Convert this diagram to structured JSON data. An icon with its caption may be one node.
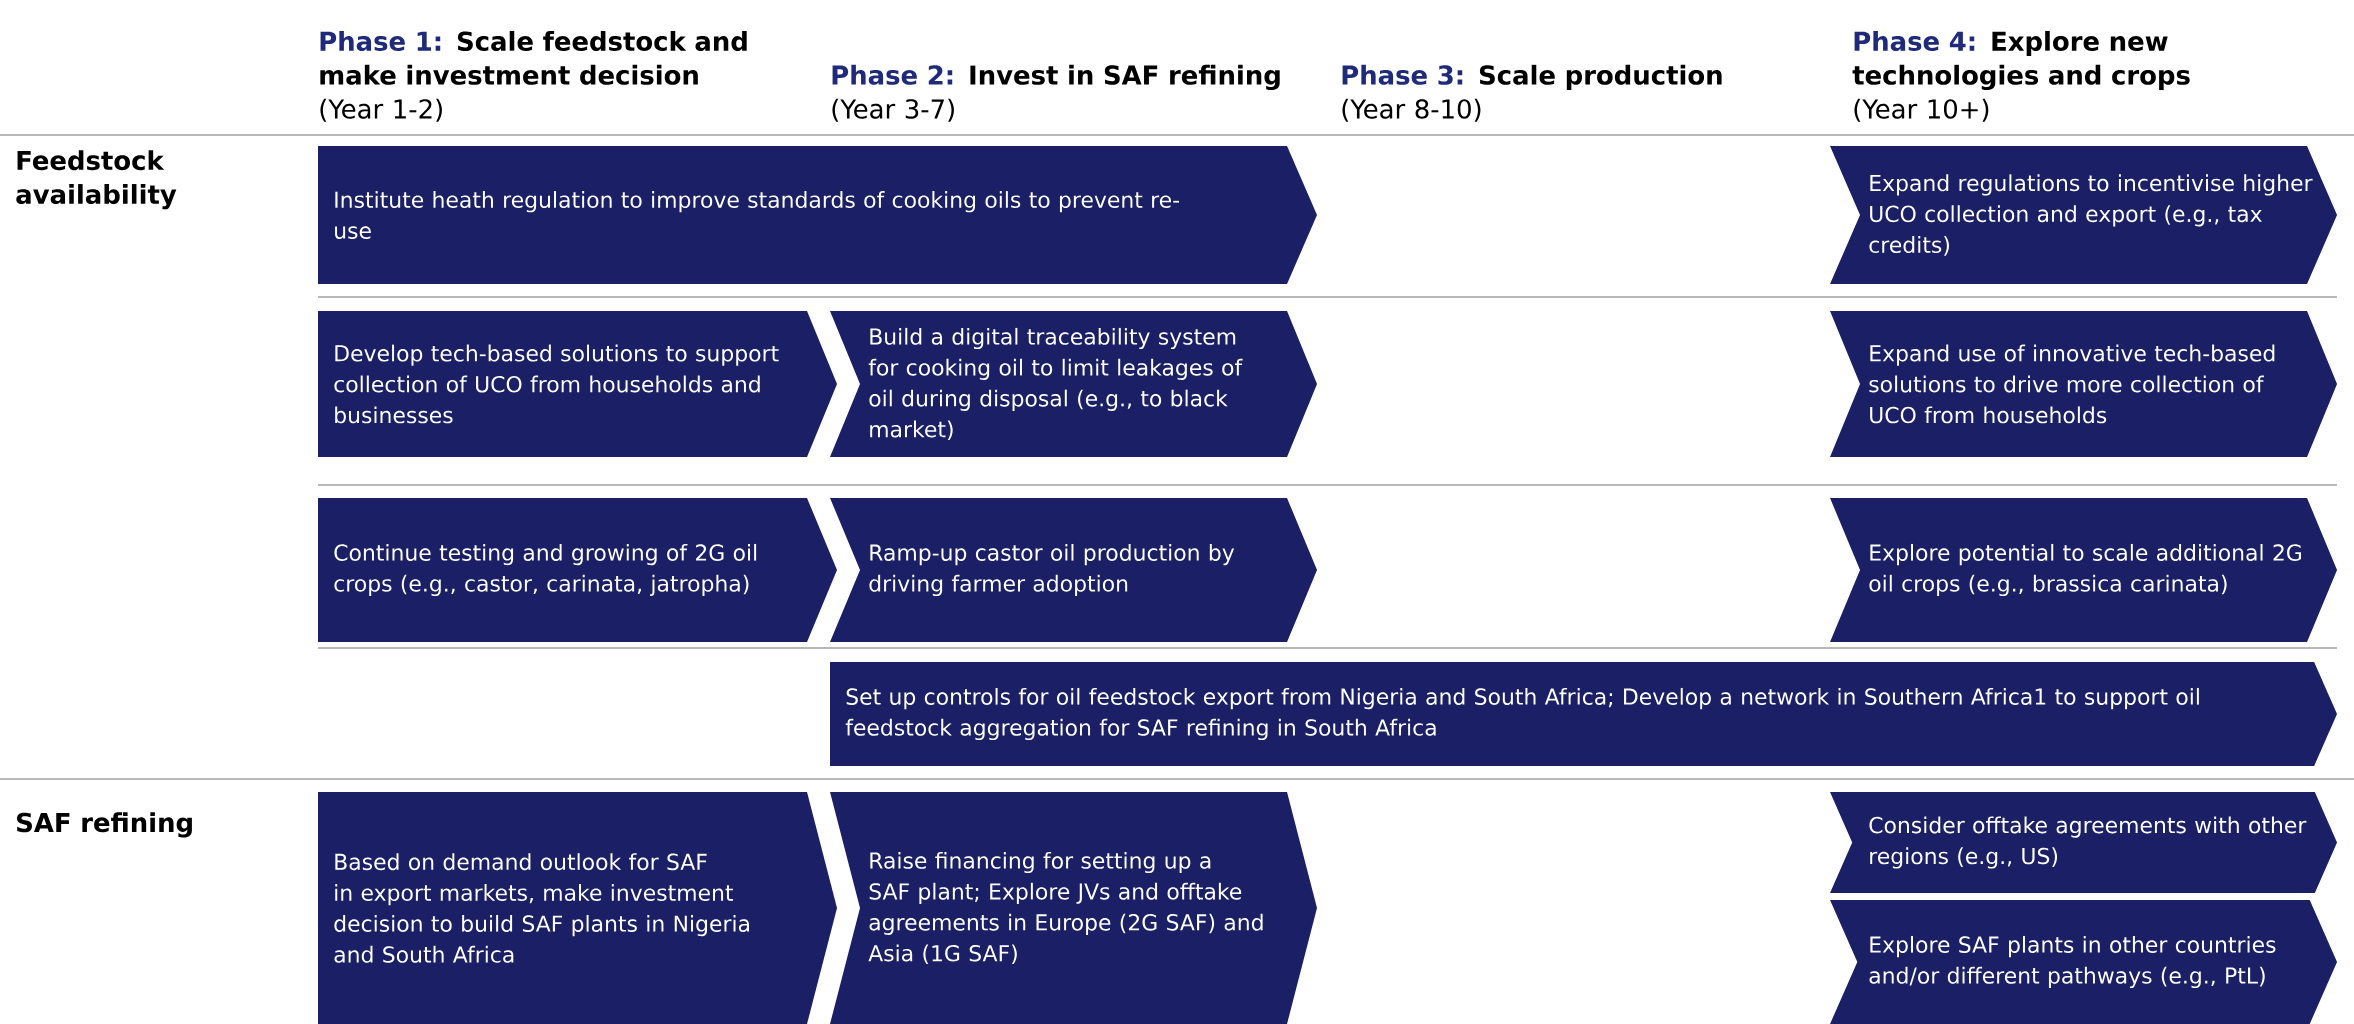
{
  "diagram": {
    "nodes": [
      {
        "text": [
          "Institute heath regulation to improve standards of cooking oils to prevent re-use"
        ]
      },
      {
        "text": [
          "Expand regulations to incentivise higher UCO collection and export (e.g., tax credits)"
        ]
      },
      {
        "text": [
          "Develop tech-based solutions to support collection of UCO from households and businesses"
        ]
      },
      {
        "text": [
          "Build a digital traceability system for cooking oil to limit leakages of oil during disposal (e.g., to black market)"
        ]
      },
      {
        "text": [
          "Expand use of innovative tech-based solutions to drive more collection of UCO from households"
        ]
      },
      {
        "text": [
          "Continue testing and growing of 2G oil crops (e.g., castor, carinata, jatropha)"
        ]
      },
      {
        "text": [
          "Ramp-up castor oil production by driving farmer adoption"
        ]
      },
      {
        "text": [
          "Explore potential to scale additional 2G oil crops (e.g., brassica carinata)"
        ]
      },
      {
        "text": [
          "Set up controls for oil feedstock export from Nigeria and South Africa; Develop a network in Southern Africa1 to support oil feedstock aggregation for SAF refining in South Africa"
        ]
      },
      {
        "text": [
          "Based on demand outlook for SAF in export markets, make investment decision to build SAF plants in Nigeria and South Africa"
        ]
      },
      {
        "text": [
          "Raise financing for setting up a SAF plant; Explore JVs and offtake agreements in Europe (2G SAF) and Asia (1G SAF)"
        ]
      },
      {
        "text": [
          "Consider offtake agreements with other regions (e.g., US)"
        ]
      },
      {
        "text": [
          "Explore SAF plants in other countries and/or different pathways (e.g., PtL)"
        ]
      }
    ],
    "edges": [],
    "labels": [
      "Phase 1:",
      "Scale feedstock and make investment decision",
      "(Year 1-2)",
      "Phase 2:",
      "Invest in SAF refining",
      "(Year 3-7)",
      "Phase 3:",
      "Scale production",
      "(Year 8-10)",
      "Phase 4:",
      "Explore new technologies and crops",
      "(Year 10+)",
      "Feedstock availability",
      "SAF refining"
    ]
  }
}
